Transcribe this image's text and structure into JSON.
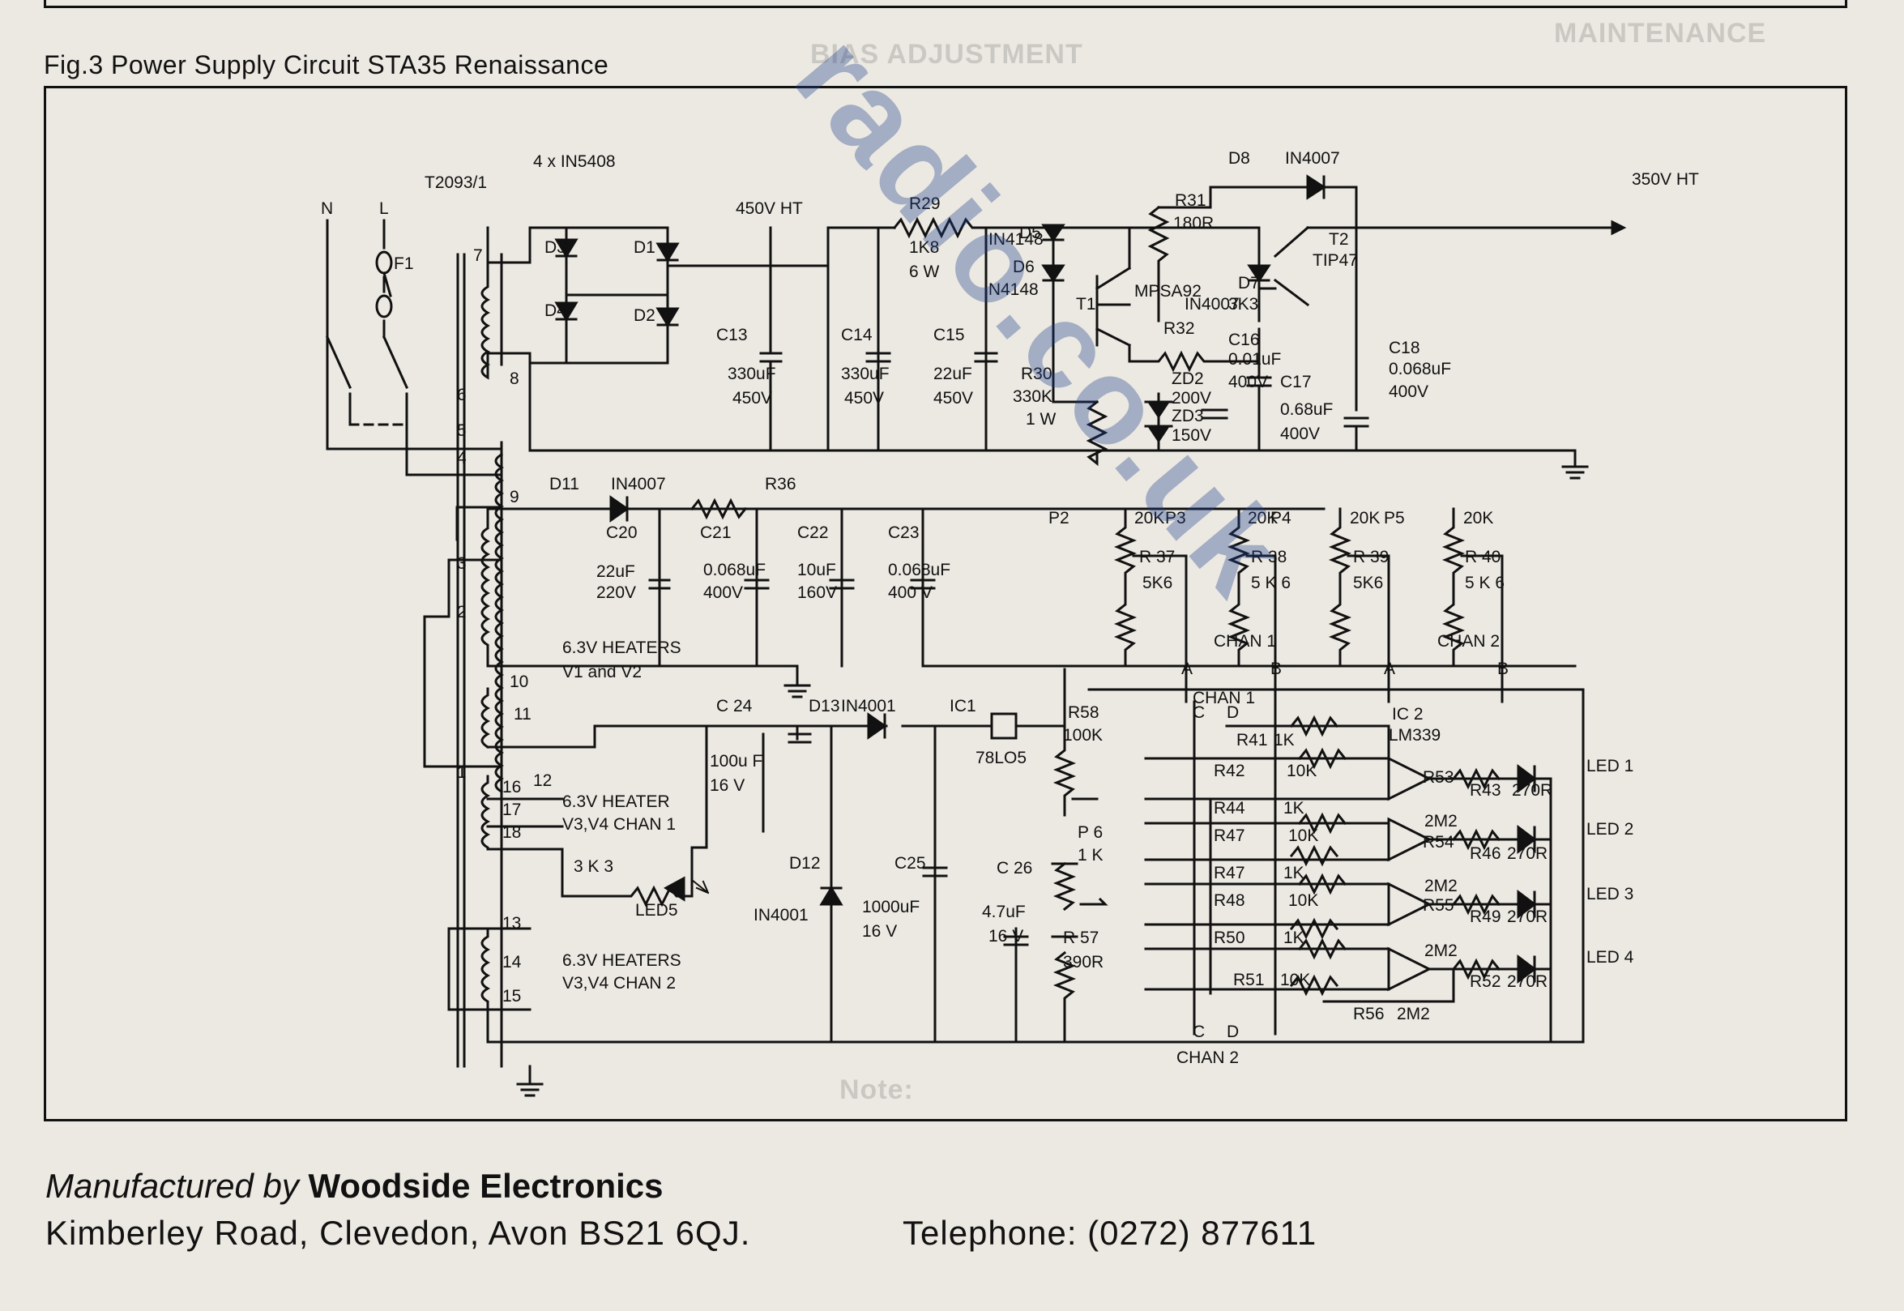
{
  "figure": {
    "title": "Fig.3 Power Supply Circuit STA35 Renaissance"
  },
  "watermark": "radio.co.uk",
  "footer": {
    "manufactured_by": "Manufactured by",
    "company": "Woodside Electronics",
    "address": "Kimberley Road, Clevedon, Avon BS21 6QJ.",
    "telephone": "Telephone: (0272) 877611"
  },
  "background_text": {
    "maintenance_heading": "MAINTENANCE",
    "bias_heading": "BIAS ADJUSTMENT",
    "note_heading": "Note:"
  },
  "schematic": {
    "mains": {
      "n": "N",
      "l": "L",
      "fuse": "F1"
    },
    "transformer": "T2093/1",
    "rectifier": "4 x IN5408",
    "ht_label": "450V HT",
    "out_label": "350V HT",
    "pins": [
      "7",
      "8",
      "6",
      "5",
      "4",
      "9",
      "3",
      "2",
      "10",
      "11",
      "12",
      "1",
      "16",
      "17",
      "18",
      "13",
      "14",
      "15"
    ],
    "diodes": {
      "d1": "D1",
      "d2": "D2",
      "d3": "D3",
      "d4": "D4",
      "d5": "D5",
      "d6": "D6",
      "d7": "D7",
      "d8": "D8",
      "d11": "D11",
      "d12": "D12",
      "d13": "D13",
      "in4148a": "IN4148",
      "in4148b": "IN4148",
      "in4007a": "IN4007",
      "in4007b": "IN4007",
      "in4007c": "IN4007",
      "in4001a": "IN4001",
      "in4001b": "IN4001",
      "zd2": "ZD2",
      "zd2v": "200V",
      "zd3": "ZD3",
      "zd3v": "150V"
    },
    "transistors": {
      "t1": "T1",
      "t1type": "MPSA92",
      "t2": "T2",
      "t2type": "TIP47"
    },
    "caps": {
      "c13": "C13",
      "c13v": "330uF",
      "c13r": "450V",
      "c14": "C14",
      "c14v": "330uF",
      "c14r": "450V",
      "c15": "C15",
      "c15v": "22uF",
      "c15r": "450V",
      "c16": "C16",
      "c16v": "0.01uF",
      "c16r": "400V",
      "c17": "C17",
      "c17v": "0.68uF",
      "c17r": "400V",
      "c18": "C18",
      "c18v": "0.068uF",
      "c18r": "400V",
      "c20": "C20",
      "c20v": "22uF",
      "c20r": "220V",
      "c21": "C21",
      "c21v": "0.068uF",
      "c21r": "400V",
      "c22": "C22",
      "c22v": "10uF",
      "c22r": "160V",
      "c23": "C23",
      "c23v": "0.068uF",
      "c23r": "400 V",
      "c24": "C 24",
      "c24v": "100u F",
      "c24r": "16 V",
      "c25": "C25",
      "c25v": "1000uF",
      "c25r": "16 V",
      "c26": "C 26",
      "c26v": "4.7uF",
      "c26r": "16 V"
    },
    "resistors": {
      "r29": "R29",
      "r29v": "1K8",
      "r29w": "6 W",
      "r30": "R30",
      "r30v": "330K",
      "r30w": "1 W",
      "r31": "R31",
      "r31v": "180R",
      "r32": "R32",
      "r32v": "3K3",
      "r36": "R36",
      "r3k3": "3 K 3",
      "r37": "R 37",
      "r37v": "5K6",
      "r38": "R 38",
      "r38v": "5 K 6",
      "r39": "R 39",
      "r39v": "5K6",
      "r40": "R 40",
      "r40v": "5 K 6",
      "p2": "P2",
      "p2v": "20K",
      "p3": "P3",
      "p3v": "20K",
      "p4": "P4",
      "p4v": "20K",
      "p5": "P5",
      "p5v": "20K",
      "r58": "R58",
      "r58v": "100K",
      "p6": "P 6",
      "p6v": "1 K",
      "r57": "R 57",
      "r57v": "390R",
      "r41": "R41",
      "r41v": "1K",
      "r42": "R42",
      "r42v": "10K",
      "r44": "R44",
      "r44v": "1K",
      "r47a": "R47",
      "r47av": "10K",
      "r47b": "R47",
      "r47bv": "1K",
      "r48": "R48",
      "r48v": "10K",
      "r50": "R50",
      "r50v": "1K",
      "r51": "R51",
      "r51v": "10K",
      "r53": "R53",
      "r53v": "2M2",
      "r54": "R54",
      "r54v": "2M2",
      "r55": "R55",
      "r55v": "2M2",
      "r56": "R56",
      "r56v": "2M2",
      "r43": "R43",
      "r43v": "270R",
      "r46": "R46",
      "r46v": "270R",
      "r49": "R49",
      "r49v": "270R",
      "r52": "R52",
      "r52v": "270R"
    },
    "chan": {
      "chan1": "CHAN 1",
      "chan2": "CHAN 2",
      "a": "A",
      "b": "B",
      "c": "C",
      "d": "D"
    },
    "ics": {
      "ic1": "IC1",
      "ic1type": "78LO5",
      "ic2": "IC 2",
      "ic2type": "LM339"
    },
    "leds": {
      "led1": "LED 1",
      "led2": "LED 2",
      "led3": "LED 3",
      "led4": "LED 4",
      "led5": "LED5"
    },
    "heaters": {
      "h1a": "6.3V HEATERS",
      "h1b": "V1  and  V2",
      "h2a": "6.3V HEATER",
      "h2b": "V3,V4 CHAN 1",
      "h3a": "6.3V HEATERS",
      "h3b": "V3,V4 CHAN 2"
    }
  }
}
